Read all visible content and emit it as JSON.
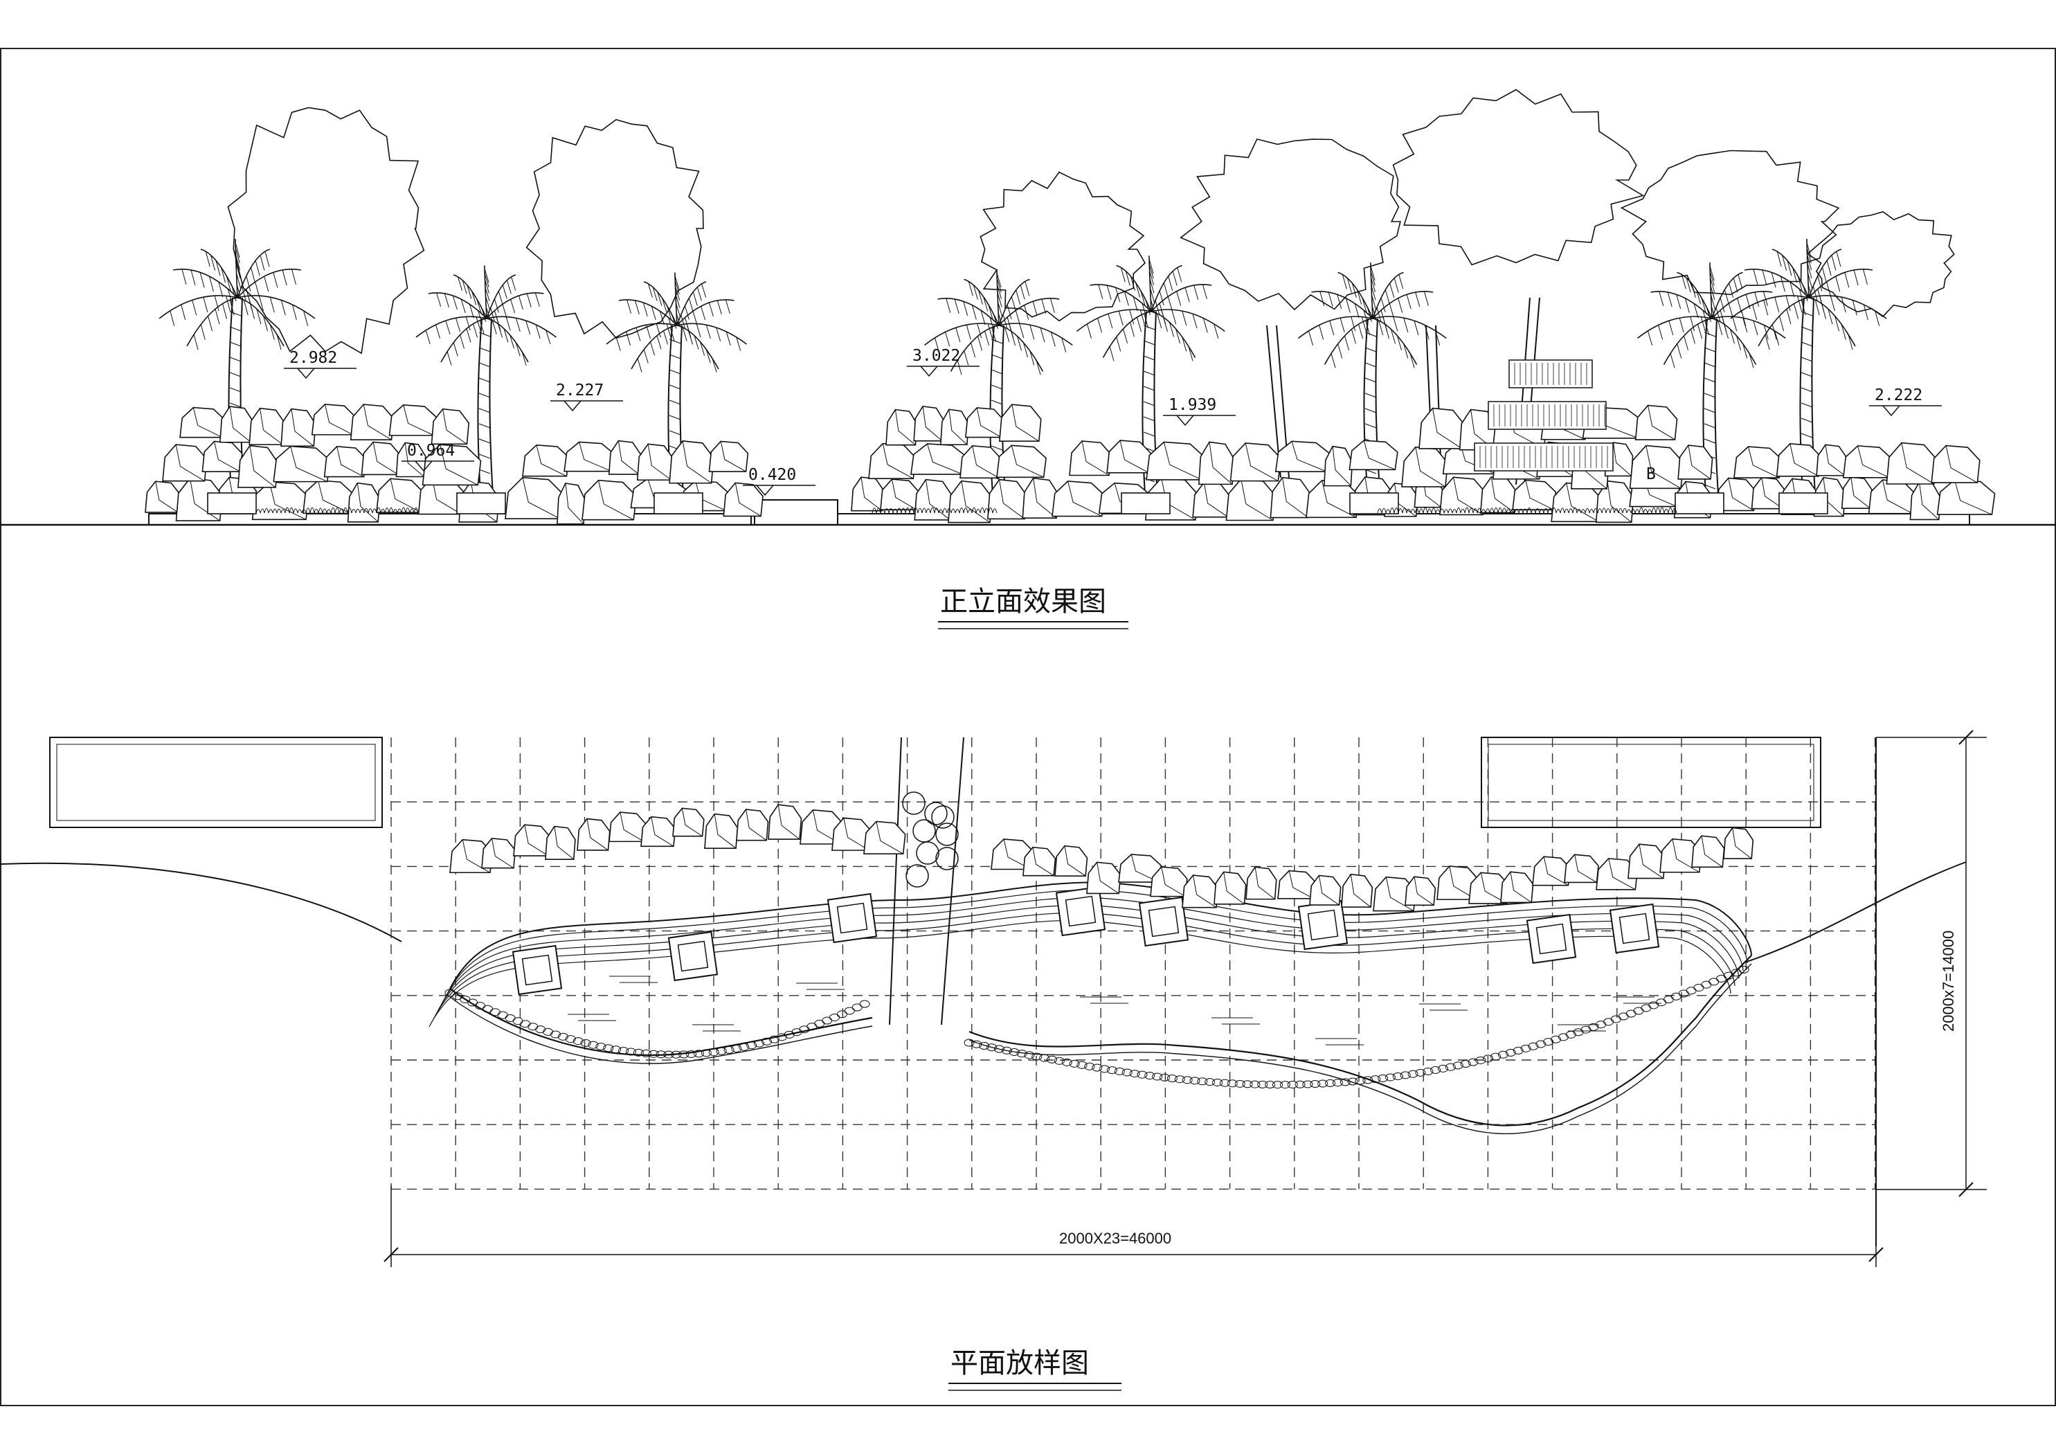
{
  "elevation": {
    "title": "正立面效果图",
    "labels": [
      "2.982",
      "0.964",
      "2.227",
      "0.420",
      "3.022",
      "1.939",
      "2.222"
    ],
    "marker": "B"
  },
  "plan": {
    "title": "平面放样图",
    "dim_horizontal": "2000X23=46000",
    "dim_vertical": "2000x7=14000"
  }
}
